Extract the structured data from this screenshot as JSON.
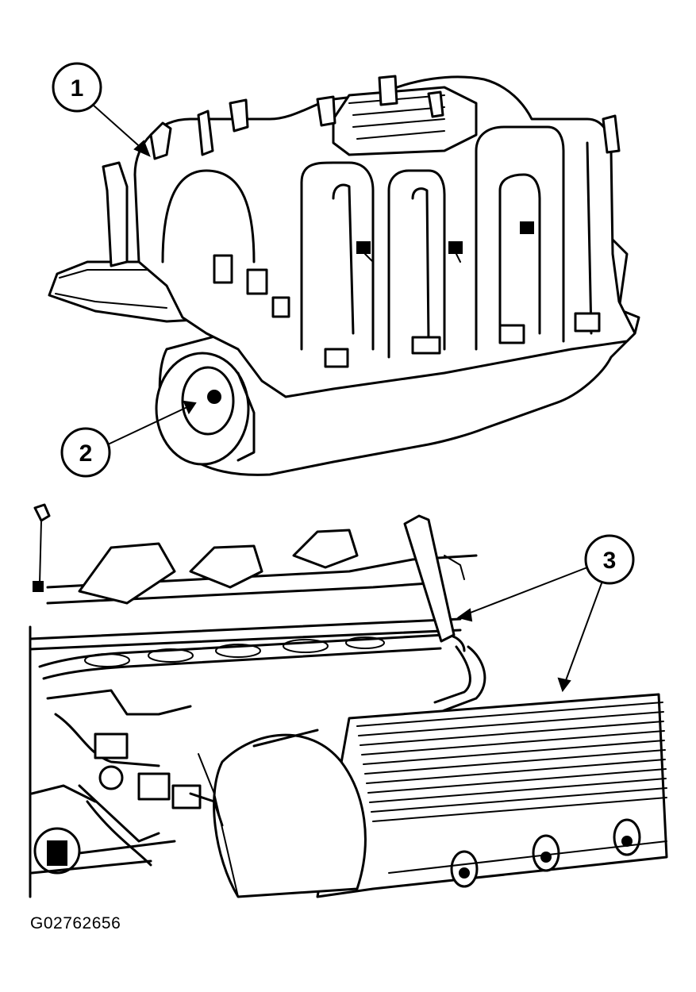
{
  "figure": {
    "id_label": "G02762656",
    "callouts": [
      {
        "number": "1"
      },
      {
        "number": "2"
      },
      {
        "number": "3"
      }
    ]
  }
}
